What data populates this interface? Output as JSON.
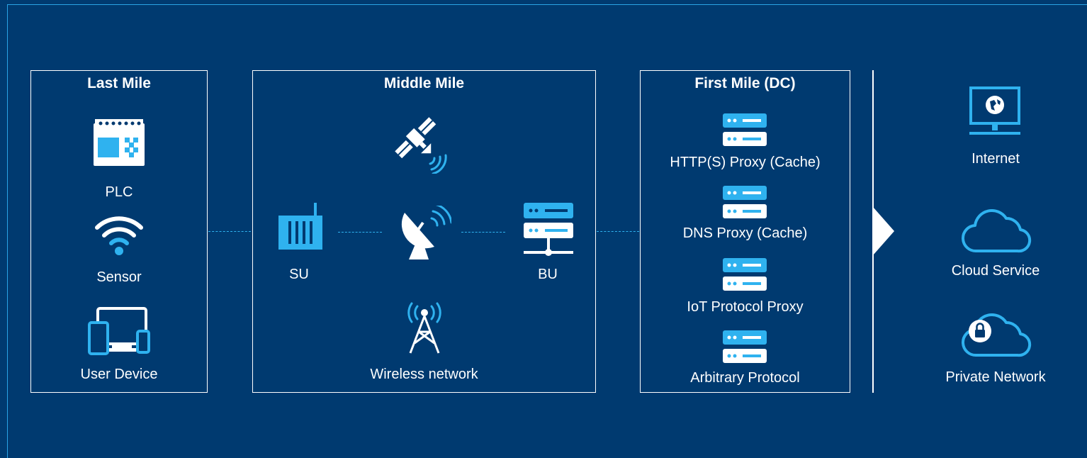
{
  "colors": {
    "background": "#003a70",
    "accent": "#2fb2ef",
    "border": "#ffffff"
  },
  "last_mile": {
    "title": "Last Mile",
    "items": [
      {
        "label": "PLC",
        "icon": "plc-icon"
      },
      {
        "label": "Sensor",
        "icon": "wifi-sensor-icon"
      },
      {
        "label": "User Device",
        "icon": "devices-icon"
      }
    ]
  },
  "middle_mile": {
    "title": "Middle Mile",
    "su_label": "SU",
    "bu_label": "BU",
    "wireless_label": "Wireless network",
    "icons": [
      "satellite-icon",
      "su-icon",
      "dish-icon",
      "bu-server-icon",
      "tower-icon"
    ]
  },
  "first_mile": {
    "title": "First Mile (DC)",
    "items": [
      {
        "label": "HTTP(S) Proxy (Cache)",
        "icon": "server-icon"
      },
      {
        "label": "DNS Proxy (Cache)",
        "icon": "server-icon"
      },
      {
        "label": "IoT Protocol Proxy",
        "icon": "server-icon"
      },
      {
        "label": "Arbitrary Protocol",
        "icon": "server-icon"
      }
    ]
  },
  "destinations": {
    "items": [
      {
        "label": "Internet",
        "icon": "internet-monitor-icon"
      },
      {
        "label": "Cloud Service",
        "icon": "cloud-icon"
      },
      {
        "label": "Private Network",
        "icon": "lock-cloud-icon"
      }
    ]
  }
}
